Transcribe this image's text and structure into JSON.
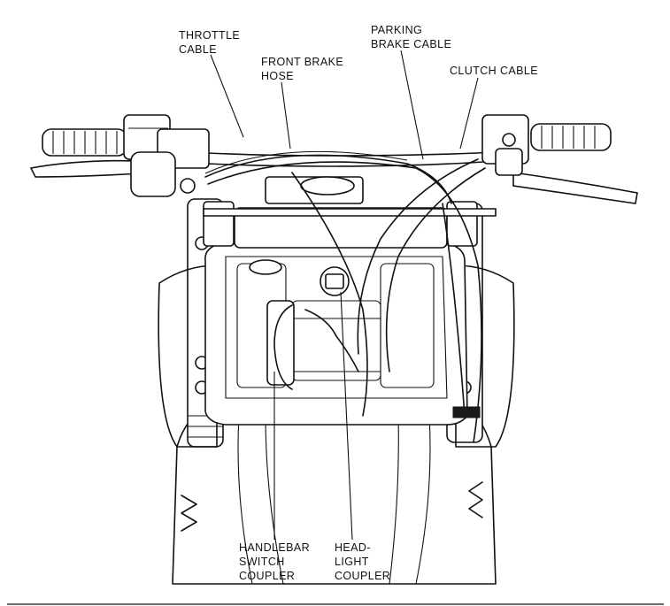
{
  "labels": {
    "throttle_cable": [
      "THROTTLE",
      "CABLE"
    ],
    "front_brake_hose": [
      "FRONT BRAKE",
      "HOSE"
    ],
    "parking_brake_cable": [
      "PARKING",
      "BRAKE CABLE"
    ],
    "clutch_cable": [
      "CLUTCH CABLE"
    ],
    "handlebar_switch_coupler": [
      "HANDLEBAR",
      "SWITCH",
      "COUPLER"
    ],
    "headlight_coupler": [
      "HEAD-",
      "LIGHT",
      "COUPLER"
    ]
  },
  "colors": {
    "ink": "#111111",
    "paper": "#ffffff"
  }
}
